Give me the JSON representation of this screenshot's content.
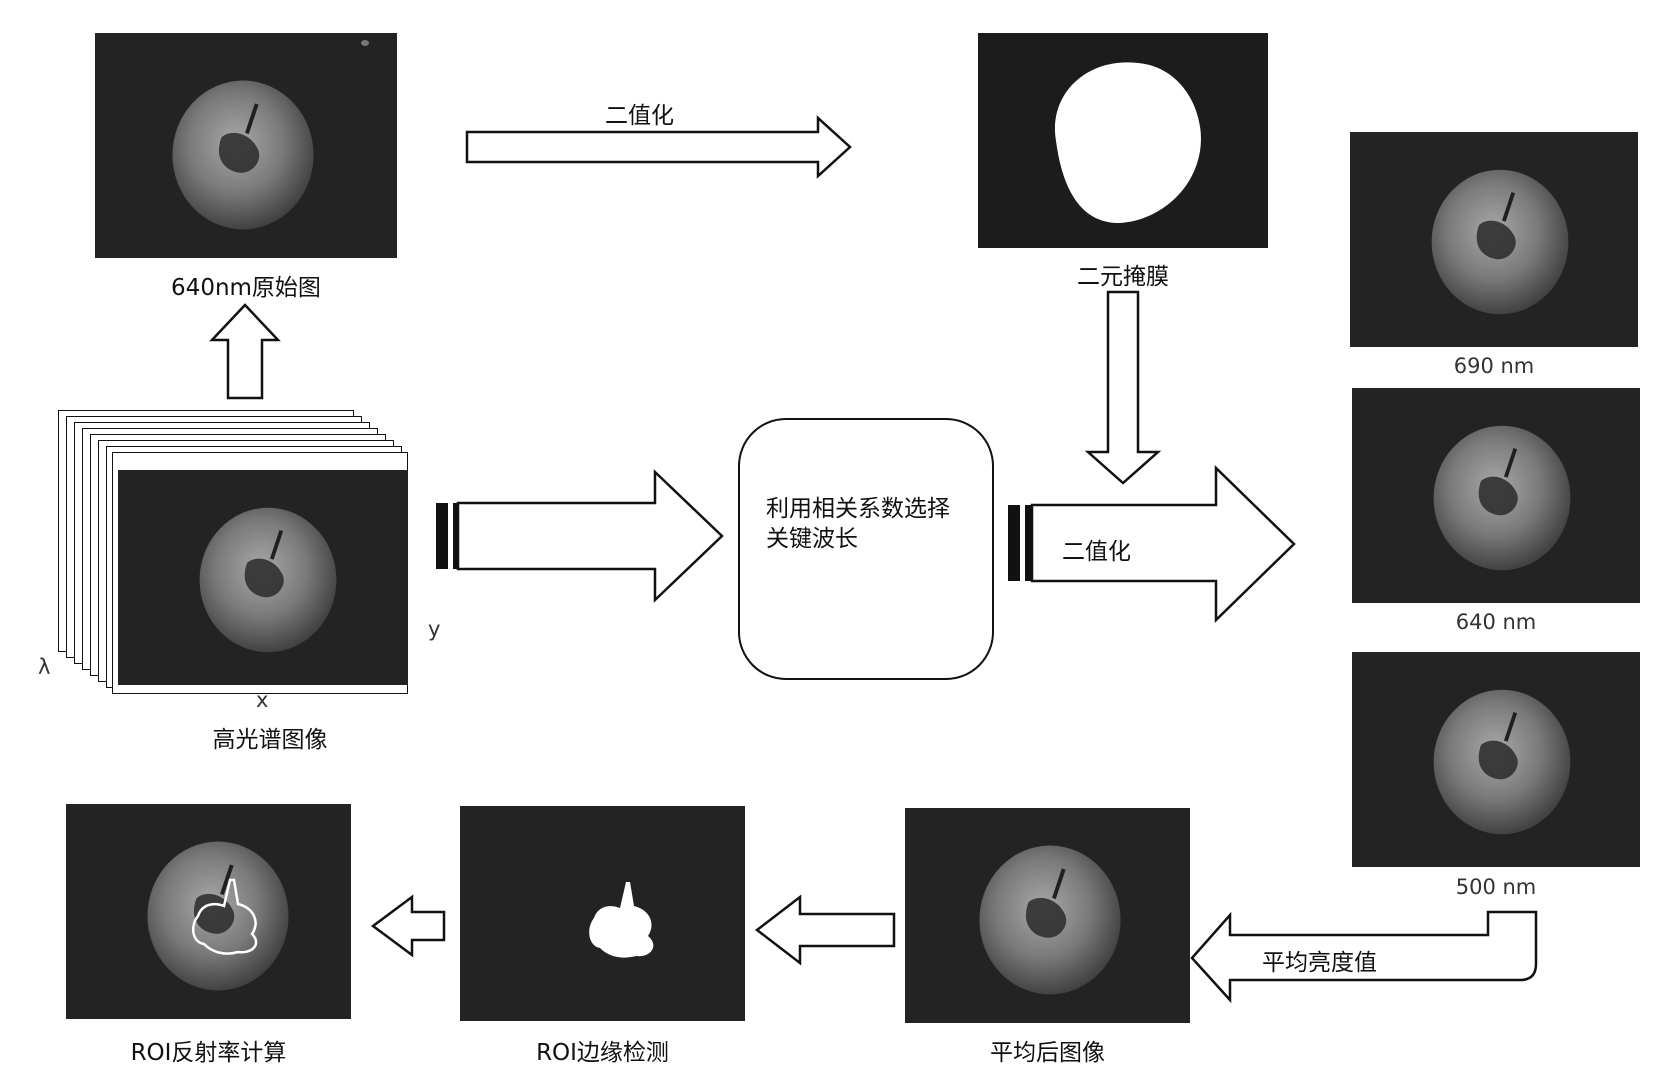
{
  "nodes": {
    "original": {
      "caption": "640nm原始图"
    },
    "mask": {
      "caption": "二元掩膜"
    },
    "hyperspectral": {
      "caption": "高光谱图像",
      "axis_x": "x",
      "axis_y": "y",
      "axis_lambda": "λ"
    },
    "selection_box": {
      "text": "利用相关系数选择关键波长"
    },
    "band_690": {
      "caption": "690 nm"
    },
    "band_640": {
      "caption": "640 nm"
    },
    "band_500": {
      "caption": "500 nm"
    },
    "averaged": {
      "caption": "平均后图像"
    },
    "roi_edge": {
      "caption": "ROI边缘检测"
    },
    "roi_reflectance": {
      "caption": "ROI反射率计算"
    }
  },
  "edges": {
    "top_binarize": "二值化",
    "middle_binarize": "二值化",
    "average_brightness": "平均亮度值"
  },
  "colors": {
    "photo_bg": "#232323",
    "stroke": "#111111"
  }
}
